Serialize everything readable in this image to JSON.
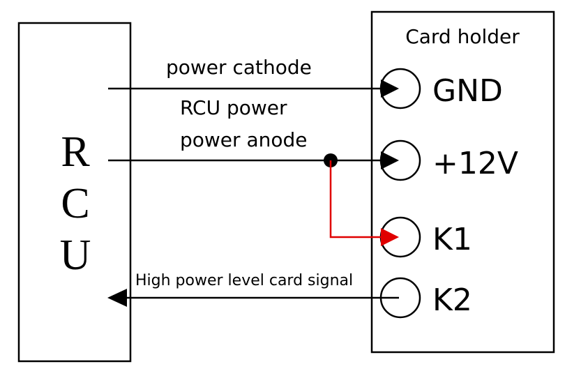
{
  "rcu": {
    "letters": [
      "R",
      "C",
      "U"
    ]
  },
  "card_holder": {
    "title": "Card holder",
    "terminals": [
      {
        "label": "GND"
      },
      {
        "label": "+12V"
      },
      {
        "label": "K1"
      },
      {
        "label": "K2"
      }
    ]
  },
  "wires": {
    "cathode_label": "power cathode",
    "anode_label_line1": "RCU power",
    "anode_label_line2": "power anode",
    "signal_label": "High power level card signal"
  },
  "colors": {
    "line": "#000000",
    "jumper": "#e00000"
  }
}
